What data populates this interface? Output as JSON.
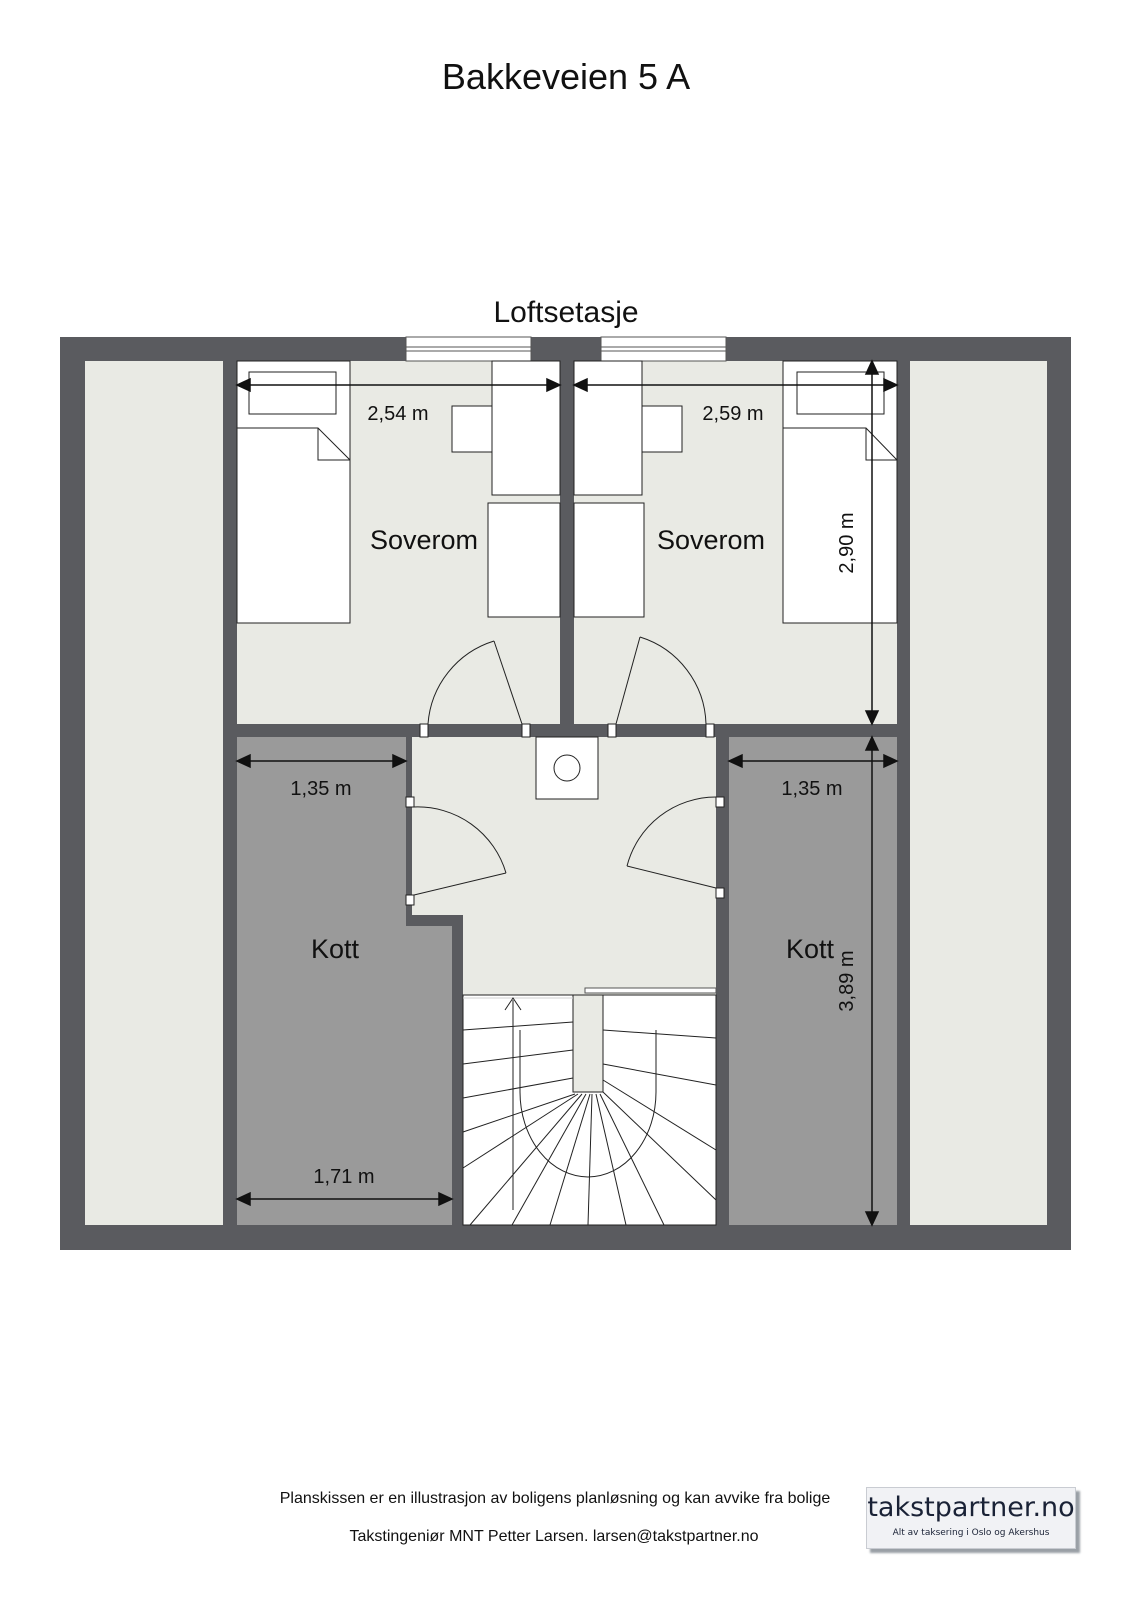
{
  "title": "Bakkeveien 5 A",
  "floor_name": "Loftsetasje",
  "rooms": {
    "bedroom_left": "Soverom",
    "bedroom_right": "Soverom",
    "closet_left": "Kott",
    "closet_right": "Kott"
  },
  "dimensions": {
    "bedroom_left_width": "2,54 m",
    "bedroom_right_width": "2,59 m",
    "bedroom_right_depth": "2,90 m",
    "closet_left_top_width": "1,35 m",
    "closet_right_width": "1,35 m",
    "closet_left_bottom_width": "1,71 m",
    "closet_right_depth": "3,89 m"
  },
  "footer": {
    "disclaimer": "Planskissen er en illustrasjon av boligens planløsning og kan avvike fra bolige",
    "contact": "Takstingeniør MNT Petter Larsen. larsen@takstpartner.no"
  },
  "logo": {
    "name": "takstpartner.no",
    "tagline": "Alt av taksering i Oslo og Akershus"
  },
  "colors": {
    "wall": "#5a5b5f",
    "room_floor": "#e9eae4",
    "closet_floor": "#9a9a9a",
    "eaves_floor": "#e9eae4"
  }
}
